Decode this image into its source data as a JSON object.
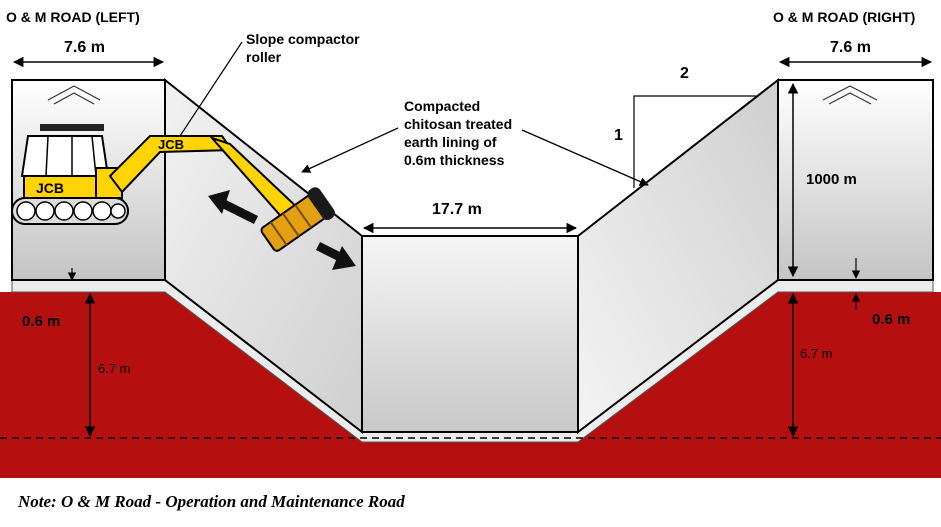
{
  "road_left": {
    "title": "O & M ROAD (LEFT)",
    "width": "7.6 m"
  },
  "road_right": {
    "title": "O & M ROAD (RIGHT)",
    "width": "7.6 m"
  },
  "compactor": {
    "line1": "Slope compactor",
    "line2": "roller"
  },
  "lining": {
    "line1": "Compacted",
    "line2": "chitosan treated",
    "line3": "earth lining of",
    "line4": "0.6m thickness"
  },
  "slope": {
    "vertical": "1",
    "horizontal": "2"
  },
  "dims": {
    "bottom_width": "17.7 m",
    "height": "1000 m",
    "lining_left": "0.6 m",
    "lining_right": "0.6 m",
    "depth_left": "6.7 m",
    "depth_right": "6.7 m"
  },
  "machine": {
    "brand_cab": "JCB",
    "brand_arm": "JCB"
  },
  "colors": {
    "soil": "#b50f0f",
    "lining": "#e8e8e8",
    "road": "#d0d0d0"
  },
  "note": "Note: O & M Road - Operation and Maintenance Road"
}
